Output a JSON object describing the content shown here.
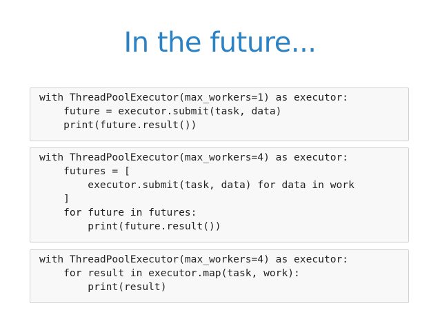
{
  "slide": {
    "title": "In the future..."
  },
  "code_blocks": [
    {
      "lines": [
        "with ThreadPoolExecutor(max_workers=1) as executor:",
        "    future = executor.submit(task, data)",
        "    print(future.result())"
      ]
    },
    {
      "lines": [
        "with ThreadPoolExecutor(max_workers=4) as executor:",
        "    futures = [",
        "        executor.submit(task, data) for data in work",
        "    ]",
        "    for future in futures:",
        "        print(future.result())"
      ]
    },
    {
      "lines": [
        "with ThreadPoolExecutor(max_workers=4) as executor:",
        "    for result in executor.map(task, work):",
        "        print(result)"
      ]
    }
  ]
}
